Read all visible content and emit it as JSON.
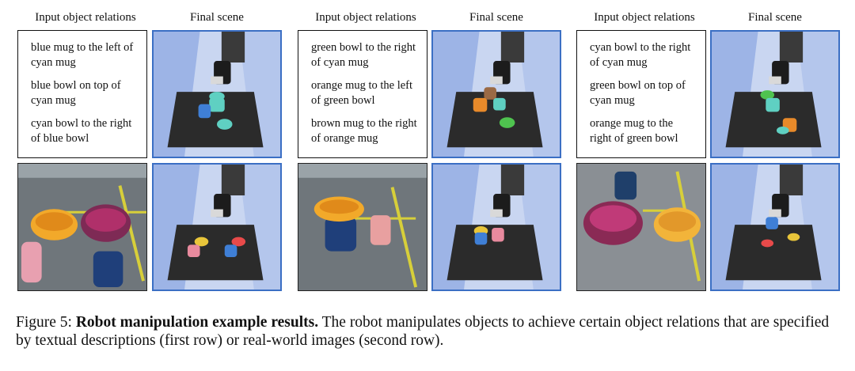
{
  "columns": [
    {
      "relations_header": "Input object relations",
      "scene_header": "Final scene",
      "relations": [
        "blue mug to the left of cyan mug",
        "blue bowl on top of cyan mug",
        "cyan bowl to the right of blue bowl"
      ]
    },
    {
      "relations_header": "Input object relations",
      "scene_header": "Final scene",
      "relations": [
        "green bowl to the right of cyan mug",
        "orange mug to the left of green bowl",
        "brown mug to the right of orange mug"
      ]
    },
    {
      "relations_header": "Input object relations",
      "scene_header": "Final scene",
      "relations": [
        "cyan bowl to the right of cyan mug",
        "green bowl on top of cyan mug",
        "orange mug to the right of green bowl"
      ]
    }
  ],
  "caption": {
    "label": "Figure 5:",
    "title": "Robot manipulation example results.",
    "text": "The robot manipulates objects to achieve certain object relations that are specified by textual descriptions (first row) or real-world images (second row)."
  },
  "colors": {
    "sim_border": "#3b6fc4",
    "sim_floor": "#9db4e6",
    "table": "#2b2b2b",
    "blue": "#3f7fd6",
    "cyan": "#5fd0c2",
    "orange": "#e88a2a",
    "green": "#4fc34f",
    "brown": "#9b6a45",
    "yellow": "#e8c53a",
    "pink": "#e88a9e",
    "red": "#e84a4a",
    "magenta": "#b0306a"
  }
}
